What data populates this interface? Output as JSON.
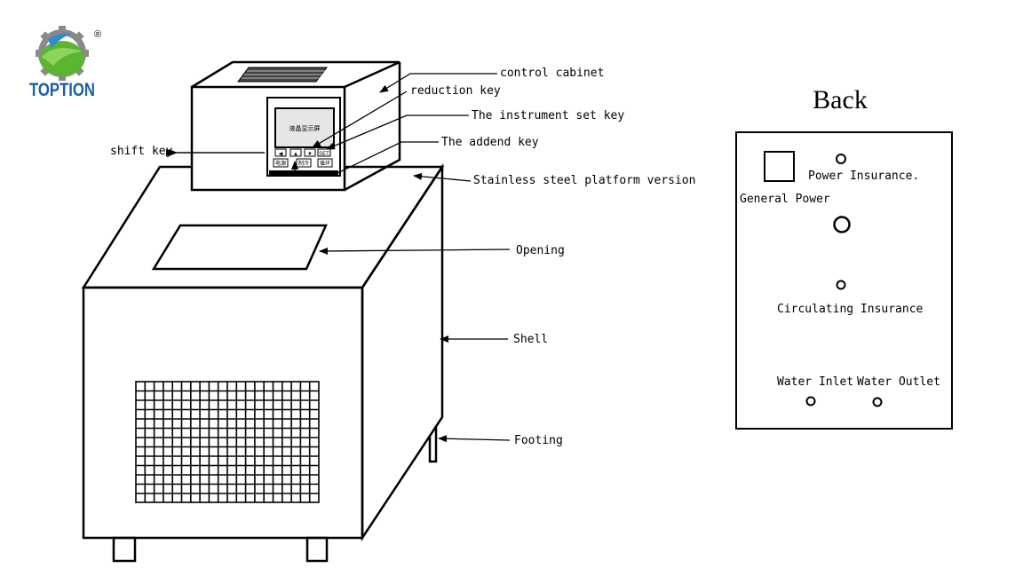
{
  "logo": {
    "brand": "TOPTION",
    "registered_mark": "®",
    "colors": {
      "green": "#5cb531",
      "gray": "#8a8a8a",
      "blue": "#1d5fa8"
    }
  },
  "front_view": {
    "labels": {
      "control_cabinet": "control cabinet",
      "reduction_key": "reduction key",
      "instrument_set_key": "The instrument set key",
      "addend_key": "The addend key",
      "shift_key": "shift key",
      "platform": "Stainless steel platform version",
      "opening": "Opening",
      "shell": "Shell",
      "footing": "Footing"
    },
    "panel": {
      "display_text": "液晶显示屏",
      "key_left": "◀",
      "key_up": "▲",
      "key_down": "▼",
      "key_set": "SET",
      "key_power": "电源",
      "key_cool": "制冷",
      "key_circulate": "循环"
    }
  },
  "back_view": {
    "title": "Back",
    "labels": {
      "power_insurance": "Power Insurance.",
      "general_power": "General Power",
      "circulating_insurance": "Circulating Insurance",
      "water_inlet": "Water Inlet",
      "water_outlet": "Water Outlet"
    }
  }
}
